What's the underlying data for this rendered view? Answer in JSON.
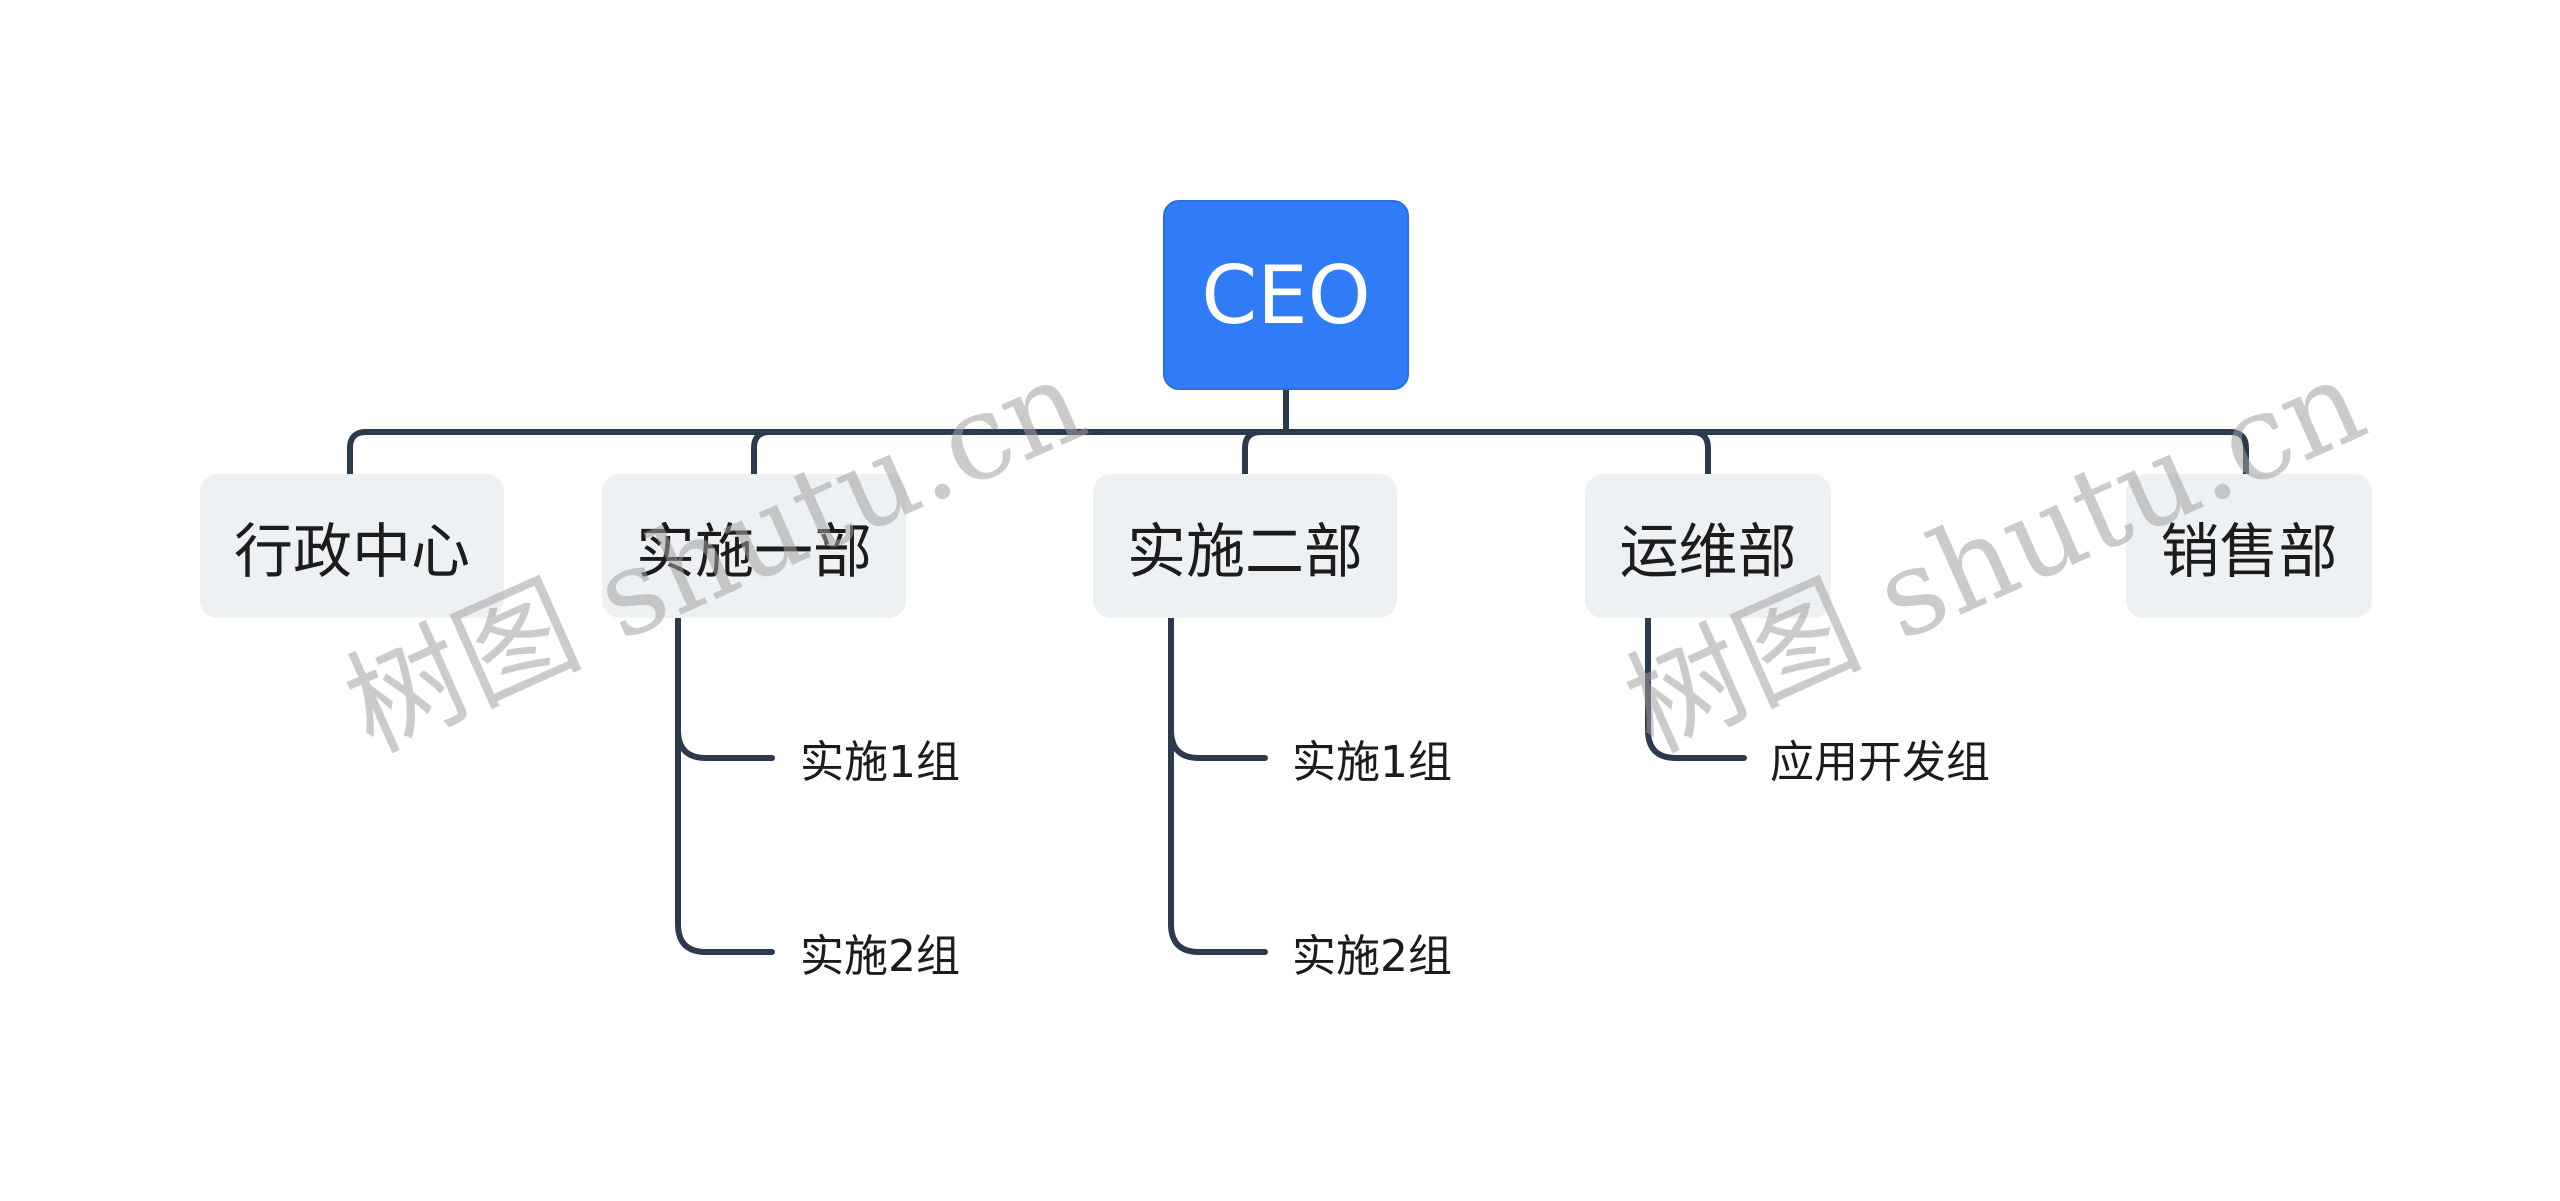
{
  "diagram": {
    "root": "CEO",
    "departments": [
      {
        "label": "行政中心"
      },
      {
        "label": "实施一部",
        "groups": [
          "实施1组",
          "实施2组"
        ]
      },
      {
        "label": "实施二部",
        "groups": [
          "实施1组",
          "实施2组"
        ]
      },
      {
        "label": "运维部",
        "groups": [
          "应用开发组"
        ]
      },
      {
        "label": "销售部"
      }
    ]
  },
  "watermark": {
    "text": "树图 shutu.cn"
  },
  "colors": {
    "root_fill": "#2f7cf6",
    "dept_fill": "#eef1f4",
    "connector": "#2c3a4e"
  }
}
